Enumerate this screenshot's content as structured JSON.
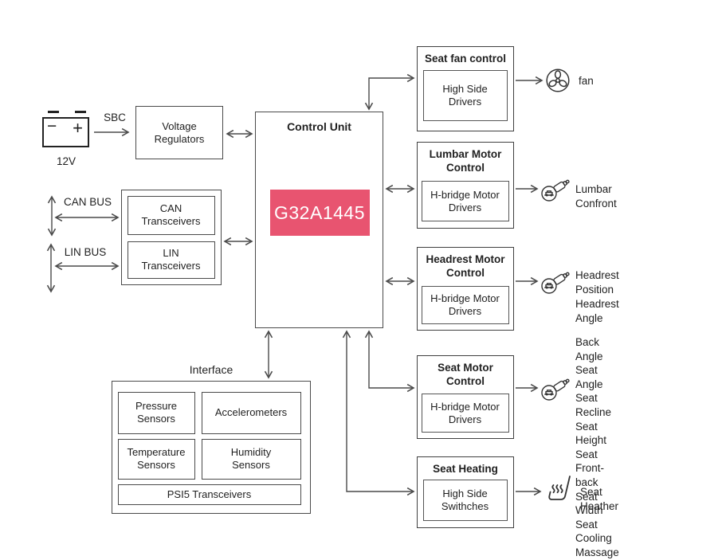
{
  "power": {
    "battery_voltage_label": "12V",
    "battery_minus_symbol": "−",
    "battery_plus_symbol": "+",
    "sbc_label": "SBC",
    "voltage_regulators_label": "Voltage\nRegulators"
  },
  "buses": {
    "can_bus_label": "CAN BUS",
    "lin_bus_label": "LIN BUS",
    "can_transceivers_label": "CAN\nTransceivers",
    "lin_transceivers_label": "LIN\nTransceivers"
  },
  "control_unit": {
    "title": "Control Unit",
    "chip_label": "G32A1445",
    "chip_color": "#e85470"
  },
  "interface": {
    "title": "Interface",
    "pressure_sensors_label": "Pressure\nSensors",
    "accelerometers_label": "Accelerometers",
    "temperature_sensors_label": "Temperature\nSensors",
    "humidity_sensors_label": "Humidity\nSensors",
    "psi5_transceivers_label": "PSI5 Transceivers"
  },
  "modules": [
    {
      "title": "Seat fan control",
      "driver": "High Side\nDrivers",
      "output_icon": "fan-icon",
      "outputs": [
        "fan"
      ]
    },
    {
      "title": "Lumbar Motor\nControl",
      "driver": "H-bridge Motor\nDrivers",
      "output_icon": "car-plug-motor-icon",
      "outputs": [
        "Lumbar Confront"
      ]
    },
    {
      "title": "Headrest Motor\nControl",
      "driver": "H-bridge Motor\nDrivers",
      "output_icon": "car-plug-motor-icon",
      "outputs": [
        "Headrest Position",
        "Headrest Angle"
      ]
    },
    {
      "title": "Seat Motor\nControl",
      "driver": "H-bridge Motor\nDrivers",
      "output_icon": "car-plug-motor-icon",
      "outputs": [
        "Back Angle",
        "Seat Angle",
        "Seat Recline",
        "Seat Height",
        "Seat Front-back",
        "Seat Width",
        "Seat Cooling",
        "Massage"
      ]
    },
    {
      "title": "Seat Heating",
      "driver": "High Side\nSwithches",
      "output_icon": "heated-seat-icon",
      "outputs": [
        "Seat Heather"
      ]
    }
  ]
}
